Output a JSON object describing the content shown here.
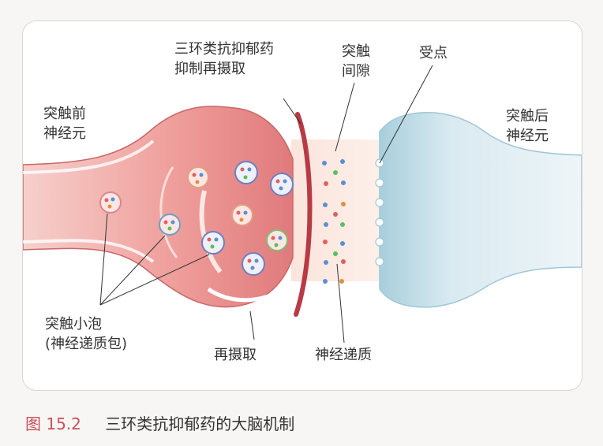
{
  "labels": {
    "presynaptic_line1": "突触前",
    "presynaptic_line2": "神经元",
    "postsynaptic_line1": "突触后",
    "postsynaptic_line2": "神经元",
    "drug_line1": "三环类抗抑郁药",
    "drug_line2": "抑制再摄取",
    "cleft_line1": "突触",
    "cleft_line2": "间隙",
    "receptor": "受点",
    "vesicle_line1": "突触小泡",
    "vesicle_line2": "(神经递质包)",
    "reuptake": "再摄取",
    "neurotransmitter": "神经递质"
  },
  "caption": {
    "number": "图 15.2",
    "text": "三环类抗抑郁药的大脑机制"
  },
  "colors": {
    "presynaptic_fill": "#f0a7a4",
    "presynaptic_dark": "#c85f63",
    "postsynaptic_fill": "#d6e8ef",
    "postsynaptic_edge": "#9fc7d8",
    "blocker": "#b83a44",
    "caption_accent": "#c9505a"
  }
}
